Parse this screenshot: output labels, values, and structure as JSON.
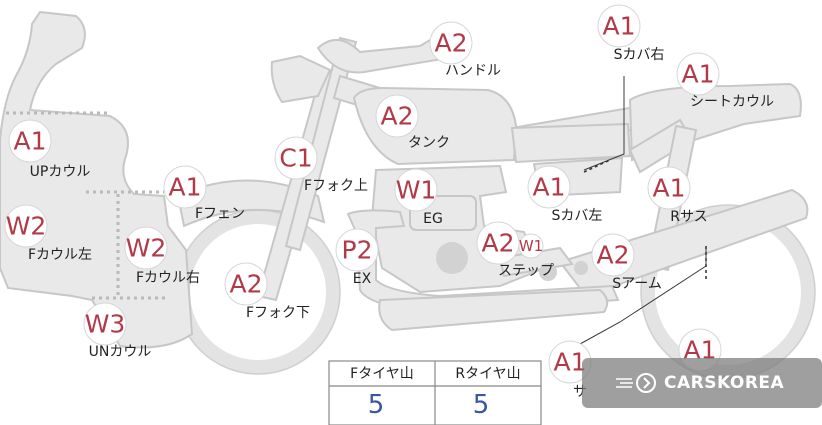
{
  "markers": [
    {
      "id": "upcowl",
      "code": "A1",
      "label": "UPカウル"
    },
    {
      "id": "fcowl-left",
      "code": "W2",
      "label": "Fカウル左"
    },
    {
      "id": "fcowl-right",
      "code": "W2",
      "label": "Fカウル右"
    },
    {
      "id": "uncowl",
      "code": "W3",
      "label": "UNカウル"
    },
    {
      "id": "ffender",
      "code": "A1",
      "label": "Fフェン"
    },
    {
      "id": "ffork-lower",
      "code": "A2",
      "label": "Fフォク下"
    },
    {
      "id": "ffork-upper",
      "code": "C1",
      "label": "Fフォク上"
    },
    {
      "id": "handle",
      "code": "A2",
      "label": "ハンドル"
    },
    {
      "id": "tank",
      "code": "A2",
      "label": "タンク"
    },
    {
      "id": "engine",
      "code": "W1",
      "label": "EG"
    },
    {
      "id": "exhaust",
      "code": "P2",
      "label": "EX"
    },
    {
      "id": "step",
      "code": "A2",
      "code2": "W1",
      "label": "ステップ"
    },
    {
      "id": "scover-right",
      "code": "A1",
      "label": "Sカバ右"
    },
    {
      "id": "seatcowl",
      "code": "A1",
      "label": "シートカウル"
    },
    {
      "id": "scover-left",
      "code": "A1",
      "label": "Sカバ左"
    },
    {
      "id": "rsus",
      "code": "A1",
      "label": "Rサス"
    },
    {
      "id": "swingarm",
      "code": "A2",
      "label": "Sアーム"
    },
    {
      "id": "side-lower",
      "code": "A1",
      "label": "サ"
    },
    {
      "id": "rear-tire",
      "code": "A1",
      "label": ""
    }
  ],
  "tire_table": {
    "headers": [
      "Fタイヤ山",
      "Rタイヤ山"
    ],
    "values": [
      "5",
      "5"
    ]
  },
  "brand": {
    "name": "CARSKOREA"
  },
  "colors": {
    "marker_text": "#b23a48",
    "tire_value": "#3a56a0",
    "part_fill": "#e9e9e9"
  }
}
